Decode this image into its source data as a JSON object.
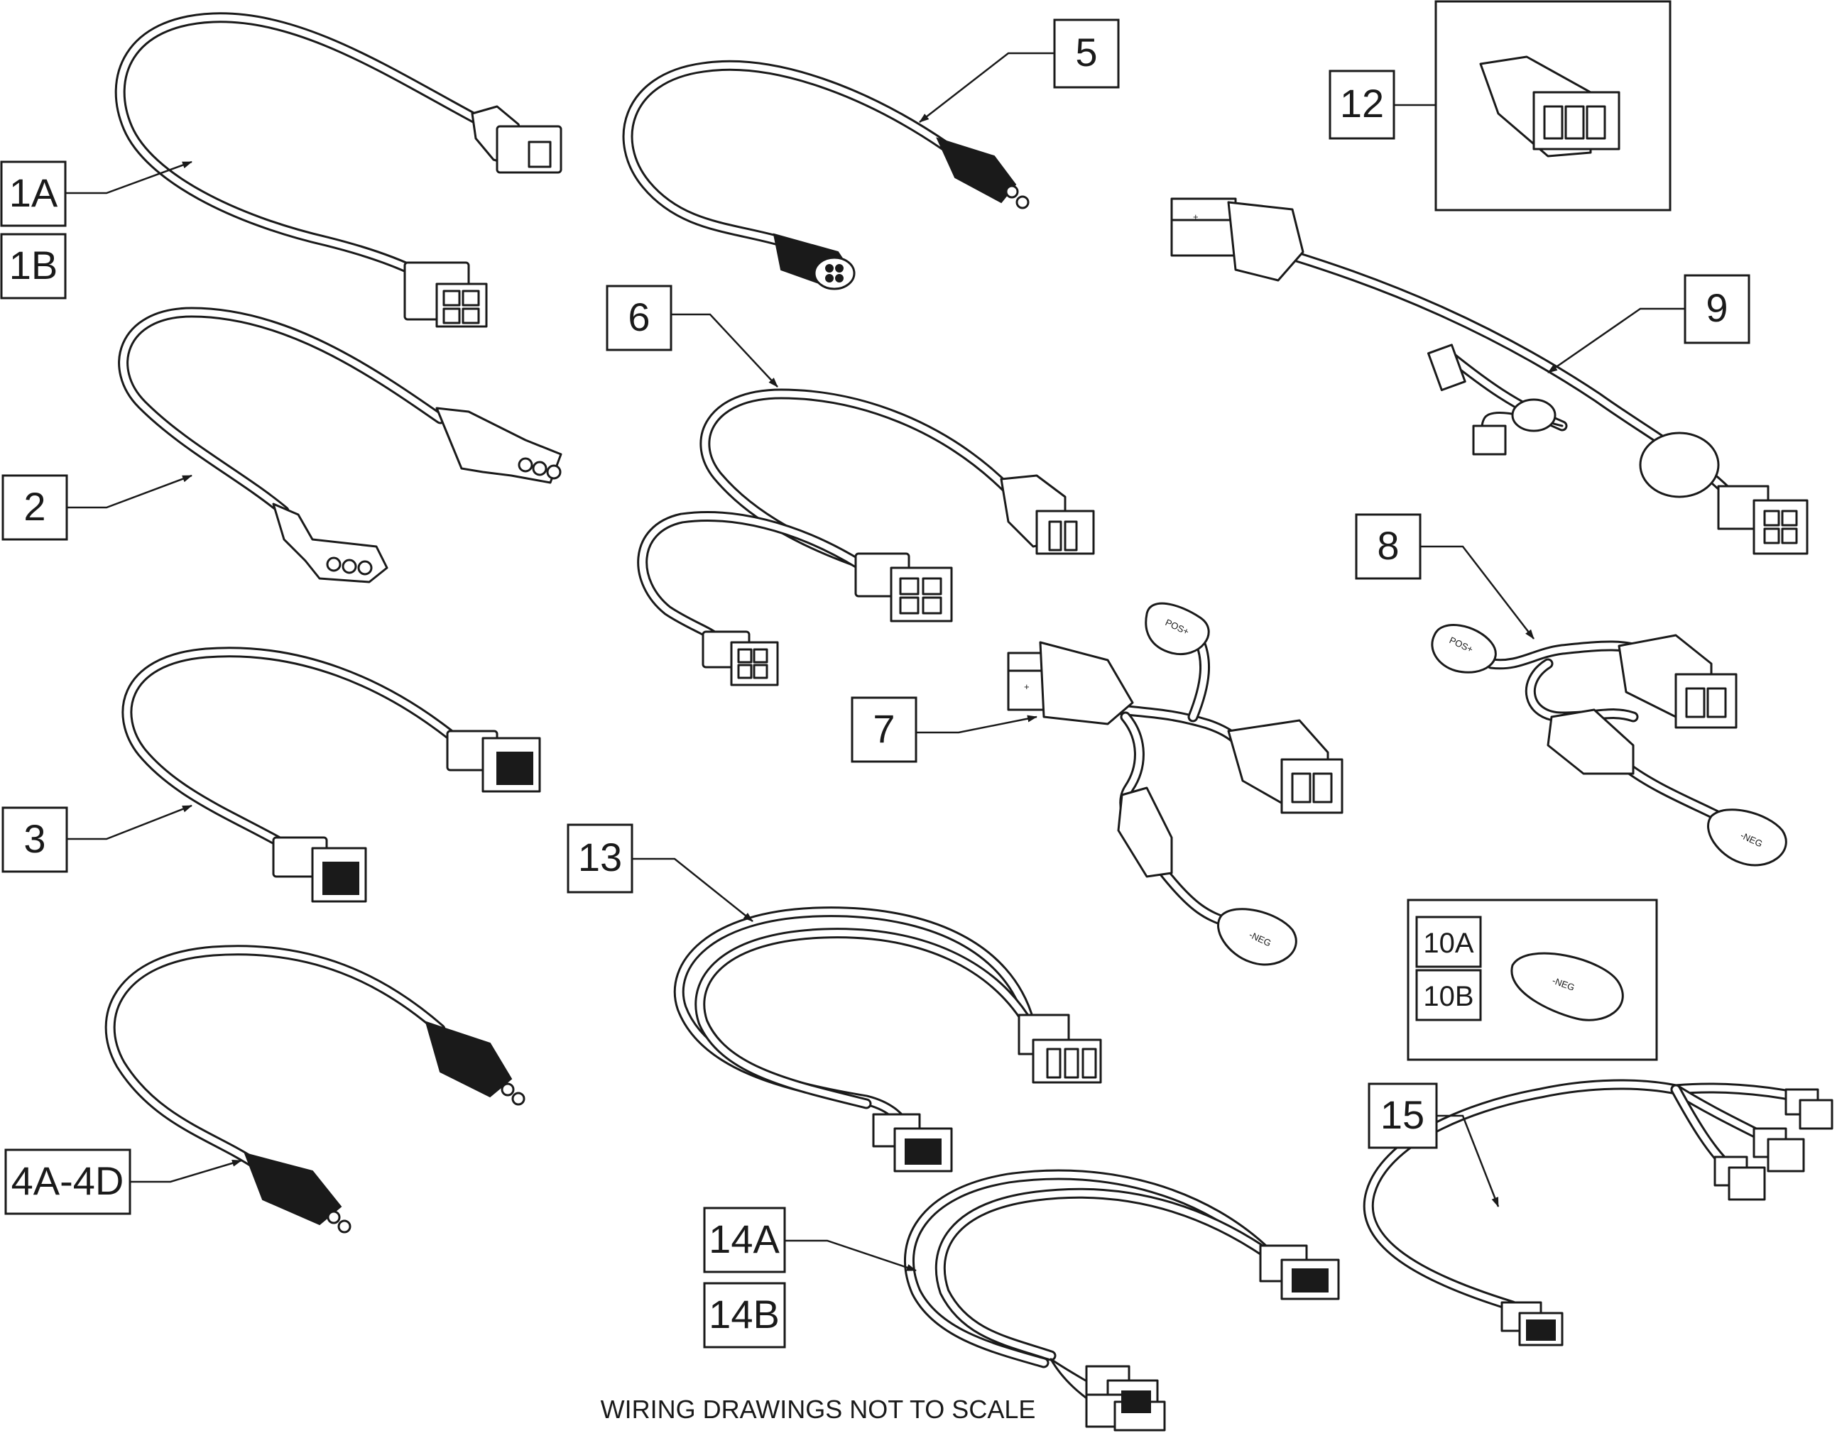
{
  "callouts": {
    "c1a": "1A",
    "c1b": "1B",
    "c2": "2",
    "c3": "3",
    "c4": "4A-4D",
    "c5": "5",
    "c6": "6",
    "c7": "7",
    "c8": "8",
    "c9": "9",
    "c10a": "10A",
    "c10b": "10B",
    "c12": "12",
    "c13": "13",
    "c14a": "14A",
    "c14b": "14B",
    "c15": "15"
  },
  "footer": {
    "note": "WIRING DRAWINGS NOT TO SCALE"
  },
  "terminal_labels": {
    "pos": "POS+",
    "neg": "-NEG"
  },
  "icons": [
    "wire-harness-icon",
    "connector-icon",
    "battery-terminal-icon",
    "leader-arrow-icon"
  ]
}
